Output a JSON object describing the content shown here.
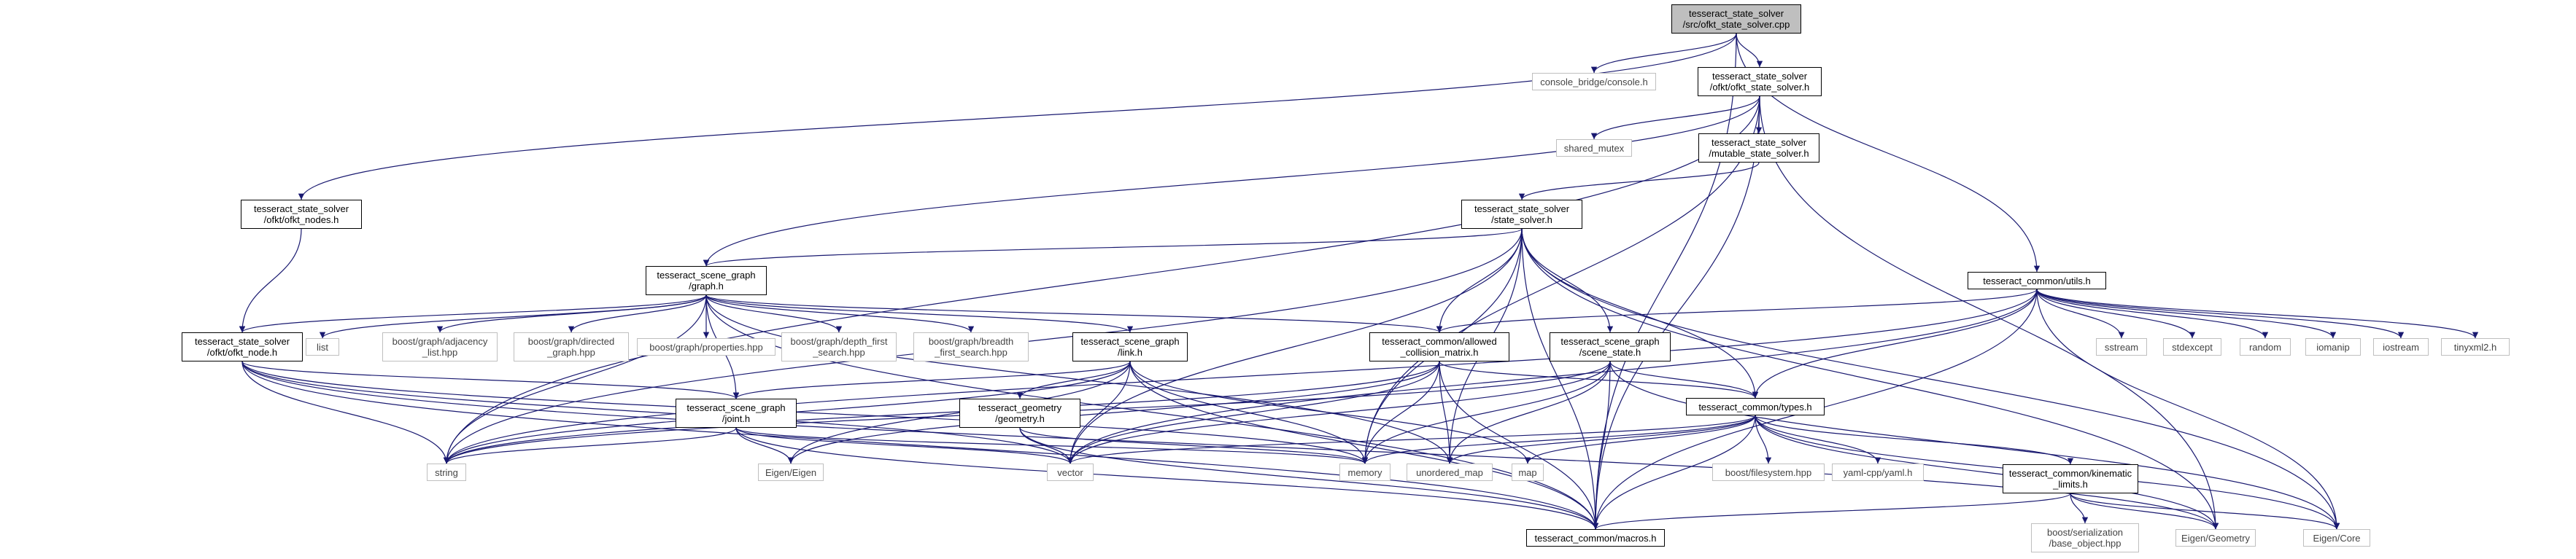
{
  "graph": {
    "nodes": [
      {
        "id": "root",
        "label": "tesseract_state_solver\n/src/ofkt_state_solver.cpp",
        "kind": "root"
      },
      {
        "id": "console",
        "label": "console_bridge/console.h",
        "kind": "sys"
      },
      {
        "id": "ofktss",
        "label": "tesseract_state_solver\n/ofkt/ofkt_state_solver.h",
        "kind": "file"
      },
      {
        "id": "shmutex",
        "label": "shared_mutex",
        "kind": "sys"
      },
      {
        "id": "mutss",
        "label": "tesseract_state_solver\n/mutable_state_solver.h",
        "kind": "file"
      },
      {
        "id": "ofktnodes",
        "label": "tesseract_state_solver\n/ofkt/ofkt_nodes.h",
        "kind": "file"
      },
      {
        "id": "statesolver",
        "label": "tesseract_state_solver\n/state_solver.h",
        "kind": "file"
      },
      {
        "id": "graph",
        "label": "tesseract_scene_graph\n/graph.h",
        "kind": "file"
      },
      {
        "id": "utils",
        "label": "tesseract_common/utils.h",
        "kind": "file"
      },
      {
        "id": "ofktnode",
        "label": "tesseract_state_solver\n/ofkt/ofkt_node.h",
        "kind": "file"
      },
      {
        "id": "list",
        "label": "list",
        "kind": "sys"
      },
      {
        "id": "adjlist",
        "label": "boost/graph/adjacency\n_list.hpp",
        "kind": "sys"
      },
      {
        "id": "directed",
        "label": "boost/graph/directed\n_graph.hpp",
        "kind": "sys"
      },
      {
        "id": "props",
        "label": "boost/graph/properties.hpp",
        "kind": "sys"
      },
      {
        "id": "dfs",
        "label": "boost/graph/depth_first\n_search.hpp",
        "kind": "sys"
      },
      {
        "id": "bfs",
        "label": "boost/graph/breadth\n_first_search.hpp",
        "kind": "sys"
      },
      {
        "id": "link",
        "label": "tesseract_scene_graph\n/link.h",
        "kind": "file"
      },
      {
        "id": "acm",
        "label": "tesseract_common/allowed\n_collision_matrix.h",
        "kind": "file"
      },
      {
        "id": "scenestate",
        "label": "tesseract_scene_graph\n/scene_state.h",
        "kind": "file"
      },
      {
        "id": "sstream",
        "label": "sstream",
        "kind": "sys"
      },
      {
        "id": "stdexcept",
        "label": "stdexcept",
        "kind": "sys"
      },
      {
        "id": "random",
        "label": "random",
        "kind": "sys"
      },
      {
        "id": "iomanip",
        "label": "iomanip",
        "kind": "sys"
      },
      {
        "id": "iostream",
        "label": "iostream",
        "kind": "sys"
      },
      {
        "id": "tinyxml2",
        "label": "tinyxml2.h",
        "kind": "sys"
      },
      {
        "id": "joint",
        "label": "tesseract_scene_graph\n/joint.h",
        "kind": "file"
      },
      {
        "id": "geometry",
        "label": "tesseract_geometry\n/geometry.h",
        "kind": "file"
      },
      {
        "id": "types",
        "label": "tesseract_common/types.h",
        "kind": "file"
      },
      {
        "id": "string",
        "label": "string",
        "kind": "sys"
      },
      {
        "id": "eigen",
        "label": "Eigen/Eigen",
        "kind": "sys"
      },
      {
        "id": "vector",
        "label": "vector",
        "kind": "sys"
      },
      {
        "id": "memory",
        "label": "memory",
        "kind": "sys"
      },
      {
        "id": "umap",
        "label": "unordered_map",
        "kind": "sys"
      },
      {
        "id": "map",
        "label": "map",
        "kind": "sys"
      },
      {
        "id": "fs",
        "label": "boost/filesystem.hpp",
        "kind": "sys"
      },
      {
        "id": "yaml",
        "label": "yaml-cpp/yaml.h",
        "kind": "sys"
      },
      {
        "id": "kin",
        "label": "tesseract_common/kinematic\n_limits.h",
        "kind": "file"
      },
      {
        "id": "serial",
        "label": "boost/serialization\n/base_object.hpp",
        "kind": "sys"
      },
      {
        "id": "macros",
        "label": "tesseract_common/macros.h",
        "kind": "file"
      },
      {
        "id": "eigengeo",
        "label": "Eigen/Geometry",
        "kind": "sys"
      },
      {
        "id": "eigencore",
        "label": "Eigen/Core",
        "kind": "sys"
      }
    ],
    "edges": [
      [
        "root",
        "console"
      ],
      [
        "root",
        "ofktss"
      ],
      [
        "root",
        "ofktnodes"
      ],
      [
        "root",
        "utils"
      ],
      [
        "root",
        "macros"
      ],
      [
        "ofktss",
        "shmutex"
      ],
      [
        "ofktss",
        "mutss"
      ],
      [
        "ofktss",
        "string"
      ],
      [
        "ofktss",
        "graph"
      ],
      [
        "ofktss",
        "memory"
      ],
      [
        "ofktss",
        "macros"
      ],
      [
        "ofktss",
        "eigengeo"
      ],
      [
        "mutss",
        "statesolver"
      ],
      [
        "ofktnodes",
        "ofktnode"
      ],
      [
        "statesolver",
        "graph"
      ],
      [
        "statesolver",
        "scenestate"
      ],
      [
        "statesolver",
        "types"
      ],
      [
        "statesolver",
        "vector"
      ],
      [
        "statesolver",
        "memory"
      ],
      [
        "statesolver",
        "umap"
      ],
      [
        "statesolver",
        "string"
      ],
      [
        "statesolver",
        "macros"
      ],
      [
        "statesolver",
        "eigencore"
      ],
      [
        "statesolver",
        "eigengeo"
      ],
      [
        "statesolver",
        "acm"
      ],
      [
        "graph",
        "list"
      ],
      [
        "graph",
        "adjlist"
      ],
      [
        "graph",
        "directed"
      ],
      [
        "graph",
        "props"
      ],
      [
        "graph",
        "dfs"
      ],
      [
        "graph",
        "bfs"
      ],
      [
        "graph",
        "link"
      ],
      [
        "graph",
        "joint"
      ],
      [
        "graph",
        "acm"
      ],
      [
        "graph",
        "string"
      ],
      [
        "graph",
        "macros"
      ],
      [
        "graph",
        "umap"
      ],
      [
        "graph",
        "ofktnode"
      ],
      [
        "utils",
        "sstream"
      ],
      [
        "utils",
        "stdexcept"
      ],
      [
        "utils",
        "random"
      ],
      [
        "utils",
        "iomanip"
      ],
      [
        "utils",
        "iostream"
      ],
      [
        "utils",
        "tinyxml2"
      ],
      [
        "utils",
        "types"
      ],
      [
        "utils",
        "vector"
      ],
      [
        "utils",
        "string"
      ],
      [
        "utils",
        "eigencore"
      ],
      [
        "utils",
        "macros"
      ],
      [
        "utils",
        "acm"
      ],
      [
        "ofktnode",
        "joint"
      ],
      [
        "ofktnode",
        "string"
      ],
      [
        "ofktnode",
        "vector"
      ],
      [
        "ofktnode",
        "memory"
      ],
      [
        "ofktnode",
        "macros"
      ],
      [
        "ofktnode",
        "eigengeo"
      ],
      [
        "link",
        "joint"
      ],
      [
        "link",
        "geometry"
      ],
      [
        "link",
        "string"
      ],
      [
        "link",
        "vector"
      ],
      [
        "link",
        "memory"
      ],
      [
        "link",
        "eigen"
      ],
      [
        "link",
        "macros"
      ],
      [
        "link",
        "map"
      ],
      [
        "acm",
        "types"
      ],
      [
        "acm",
        "string"
      ],
      [
        "acm",
        "vector"
      ],
      [
        "acm",
        "memory"
      ],
      [
        "acm",
        "umap"
      ],
      [
        "acm",
        "macros"
      ],
      [
        "acm",
        "eigen"
      ],
      [
        "scenestate",
        "types"
      ],
      [
        "scenestate",
        "vector"
      ],
      [
        "scenestate",
        "memory"
      ],
      [
        "scenestate",
        "umap"
      ],
      [
        "scenestate",
        "eigencore"
      ],
      [
        "scenestate",
        "macros"
      ],
      [
        "scenestate",
        "string"
      ],
      [
        "joint",
        "string"
      ],
      [
        "joint",
        "vector"
      ],
      [
        "joint",
        "memory"
      ],
      [
        "joint",
        "eigen"
      ],
      [
        "joint",
        "macros"
      ],
      [
        "geometry",
        "vector"
      ],
      [
        "geometry",
        "memory"
      ],
      [
        "geometry",
        "macros"
      ],
      [
        "types",
        "vector"
      ],
      [
        "types",
        "memory"
      ],
      [
        "types",
        "umap"
      ],
      [
        "types",
        "map"
      ],
      [
        "types",
        "fs"
      ],
      [
        "types",
        "yaml"
      ],
      [
        "types",
        "kin"
      ],
      [
        "types",
        "macros"
      ],
      [
        "types",
        "eigengeo"
      ],
      [
        "types",
        "eigencore"
      ],
      [
        "kin",
        "serial"
      ],
      [
        "kin",
        "macros"
      ],
      [
        "kin",
        "eigengeo"
      ],
      [
        "kin",
        "eigencore"
      ]
    ]
  }
}
